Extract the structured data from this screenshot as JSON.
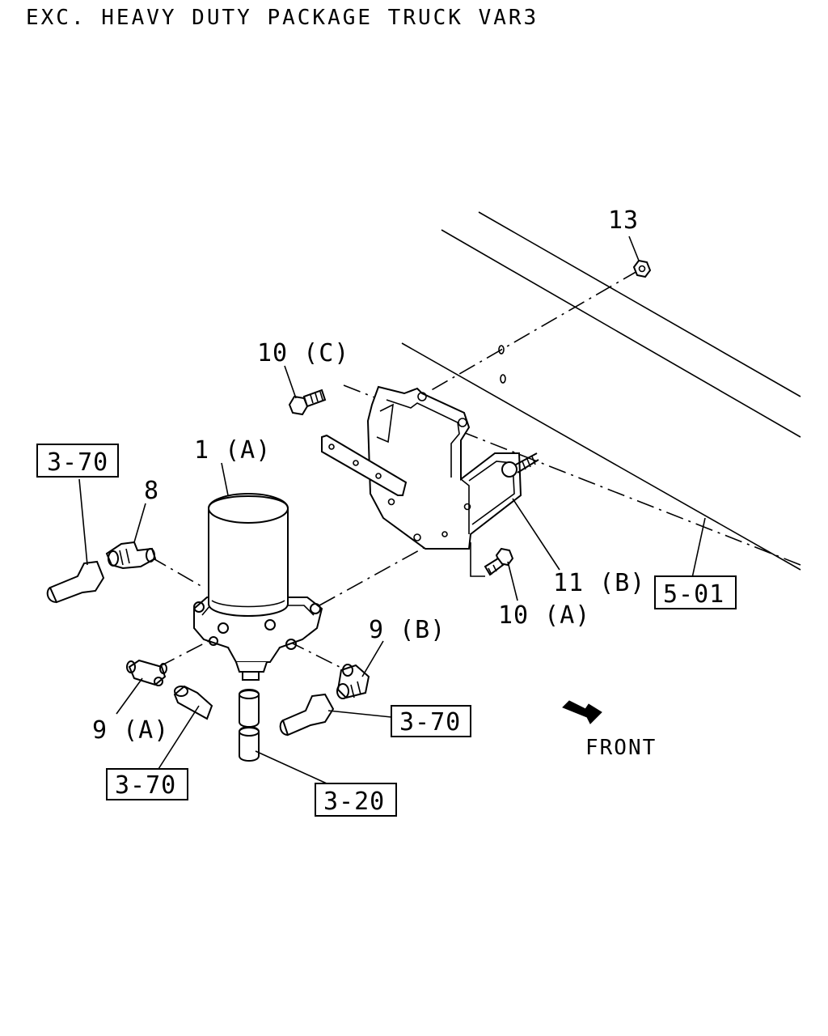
{
  "title": "EXC. HEAVY DUTY PACKAGE TRUCK VAR3",
  "callouts": {
    "air_dryer": "1 (A)",
    "elbow_fitting": "8",
    "tee_fitting_a": "9 (A)",
    "elbow_fitting_b": "9 (B)",
    "bolt_c": "10 (C)",
    "bolt_a": "10 (A)",
    "bracket": "11 (B)",
    "nut": "13"
  },
  "references": {
    "ref_upper_left": "3-70",
    "ref_lower_left": "3-70",
    "ref_right_hose": "3-70",
    "ref_drain": "3-20",
    "ref_frame": "5-01"
  },
  "direction_label": "FRONT"
}
